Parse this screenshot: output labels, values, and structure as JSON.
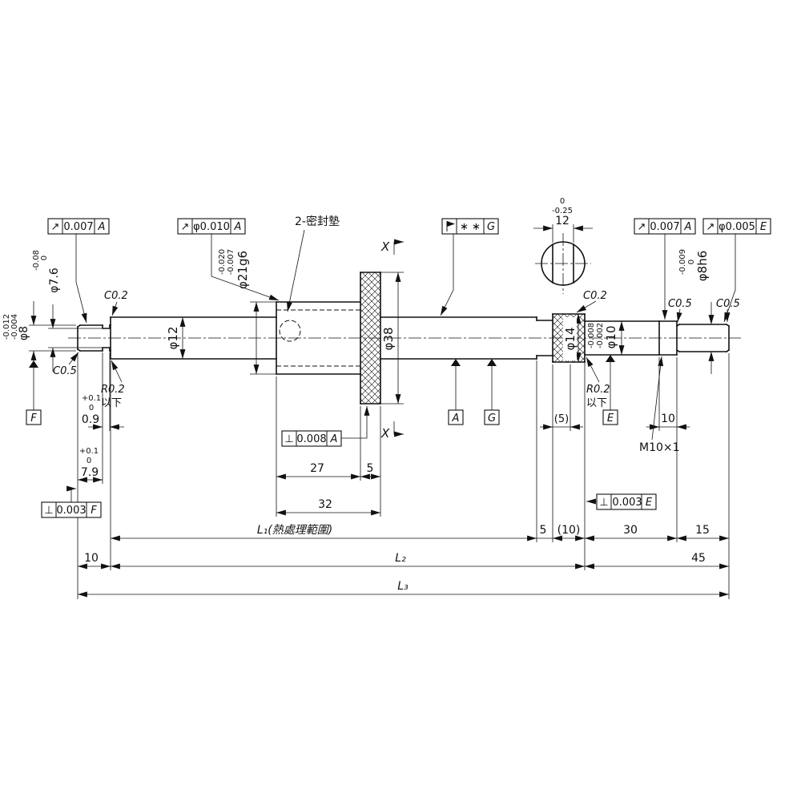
{
  "gdt": {
    "runout_left": {
      "sym": "↗",
      "tol": "0.007",
      "datum": "A"
    },
    "runout_journal": {
      "sym": "↗",
      "tol": "φ0.010",
      "datum": "A"
    },
    "flag": {
      "sym_icon": "flag-icon",
      "tol": "∗ ∗",
      "datum": "G"
    },
    "runout_thread": {
      "sym": "↗",
      "tol": "0.007",
      "datum": "A"
    },
    "runout_end": {
      "sym": "↗",
      "tol": "φ0.005",
      "datum": "E"
    },
    "perp_flange": {
      "sym": "⊥",
      "tol": "0.008",
      "datum": "A"
    },
    "perp_left": {
      "sym": "⊥",
      "tol": "0.003",
      "datum": "F"
    },
    "perp_right": {
      "sym": "⊥",
      "tol": "0.003",
      "datum": "E"
    }
  },
  "datums": {
    "f": "F",
    "a": "A",
    "g": "G",
    "e": "E"
  },
  "dia": {
    "d76": {
      "label": "φ7.6",
      "up": "0",
      "dn": "-0.08"
    },
    "d8": {
      "label": "φ8",
      "up": "-0.004",
      "dn": "-0.012"
    },
    "d12": {
      "label": "φ12"
    },
    "d21": {
      "label": "φ21g6",
      "up": "-0.007",
      "dn": "-0.020"
    },
    "d38": {
      "label": "φ38"
    },
    "d14": {
      "label": "φ14"
    },
    "d10": {
      "label": "φ10",
      "up": "-0.002",
      "dn": "-0.008"
    },
    "d86": {
      "label": "φ8h6",
      "up": "0",
      "dn": "-0.009"
    }
  },
  "dims": {
    "groove": {
      "val": "0.9",
      "tol_up": "+0.1",
      "tol_dn": "0"
    },
    "tip": {
      "val": "7.9",
      "tol_up": "+0.1",
      "tol_dn": "0"
    },
    "nut_len": "27",
    "flange_w": "5",
    "nut_total": "32",
    "flats": {
      "val": "12",
      "tol_up": "0",
      "tol_dn": "-0.25"
    },
    "flat_ref": "(5)",
    "thread_len": "10",
    "l1": "L₁(熱處理範圍)",
    "neck": "5",
    "flats_seg": "(10)",
    "seg30": "30",
    "seg15": "15",
    "seg10": "10",
    "l2": "L₂",
    "seg45": "45",
    "l3": "L₃"
  },
  "notes": {
    "seal": "2-密封墊",
    "thread": "M10×1",
    "c02_left": "C0.2",
    "c05_left": "C0.5",
    "r02_left": "R0.2",
    "r02_left2": "以下",
    "c02_right": "C0.2",
    "c05_mid": "C0.5",
    "c05_end": "C0.5",
    "r02_right": "R0.2",
    "r02_right2": "以下",
    "section_x_top": "X",
    "section_x_bottom": "X"
  }
}
